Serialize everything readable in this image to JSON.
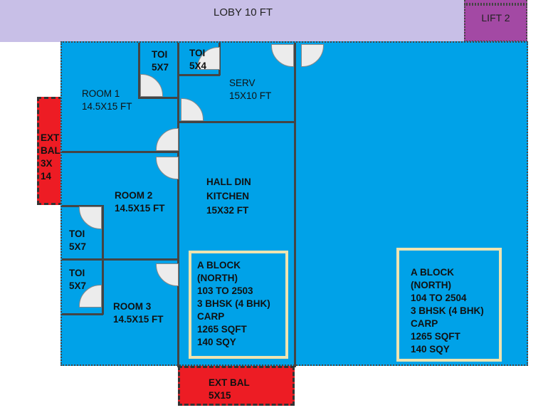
{
  "plan": {
    "lobby": {
      "label": "LOBY 10 FT"
    },
    "lift": {
      "label": "LIFT 2"
    },
    "rooms": {
      "room1": {
        "name": "ROOM 1",
        "size": "14.5X15 FT"
      },
      "toi1": {
        "name": "TOI",
        "size": "5X7"
      },
      "toi2": {
        "name": "TOI",
        "size": "5X4"
      },
      "serv": {
        "name": "SERV",
        "size": "15X10 FT"
      },
      "room2": {
        "name": "ROOM 2",
        "size": "14.5X15 FT"
      },
      "toi3": {
        "name": "TOI",
        "size": "5X7"
      },
      "toi4": {
        "name": "TOI",
        "size": "5X7"
      },
      "room3": {
        "name": "ROOM 3",
        "size": "14.5X15 FT"
      },
      "hall": {
        "line1": "HALL DIN",
        "line2": "KITCHEN",
        "line3": "15X32 FT"
      }
    },
    "balconies": {
      "side": {
        "lines": [
          "EXT",
          "BAL",
          "3X",
          "14"
        ]
      },
      "bottom": {
        "line1": "EXT BAL",
        "line2": "5X15"
      }
    },
    "cards": [
      {
        "lines": [
          "A BLOCK",
          "(NORTH)",
          "103 TO 2503",
          "3 BHSK (4 BHK)",
          "CARP",
          "1265 SQFT",
          "140 SQY"
        ]
      },
      {
        "lines": [
          "A BLOCK",
          "(NORTH)",
          "104 TO 2504",
          "3 BHSK (4 BHK)",
          "CARP",
          "1265 SQFT",
          "140 SQY"
        ]
      }
    ],
    "colors": {
      "room_fill": "#00a2e8",
      "lobby_fill": "#c8bfe7",
      "lift_fill": "#a349a4",
      "balcony_fill": "#ed1c24",
      "card_border": "#efe4b0"
    }
  }
}
